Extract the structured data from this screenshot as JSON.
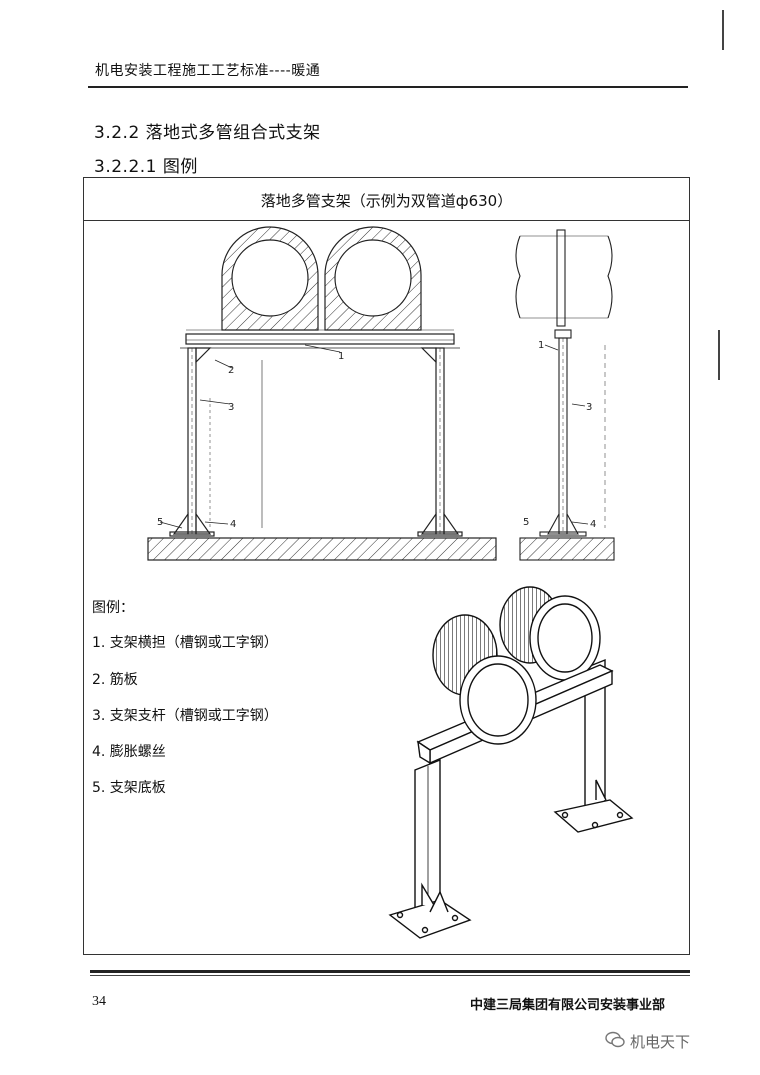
{
  "header": {
    "title": "机电安装工程施工工艺标准----暖通"
  },
  "section": {
    "heading": "3.2.2 落地式多管组合式支架",
    "subheading": "3.2.2.1 图例"
  },
  "figure": {
    "caption": "落地多管支架（示例为双管道ф630）",
    "callouts": [
      "1",
      "2",
      "3",
      "4",
      "5"
    ]
  },
  "legend": {
    "title": "图例：",
    "items": [
      "1. 支架横担（槽钢或工字钢）",
      "2. 筋板",
      "3. 支架支杆（槽钢或工字钢）",
      "4. 膨胀螺丝",
      "5. 支架底板"
    ]
  },
  "footer": {
    "page_number": "34",
    "organization": "中建三局集团有限公司安装事业部"
  },
  "watermark": {
    "text": "机电天下",
    "icon": "wechat-icon"
  }
}
